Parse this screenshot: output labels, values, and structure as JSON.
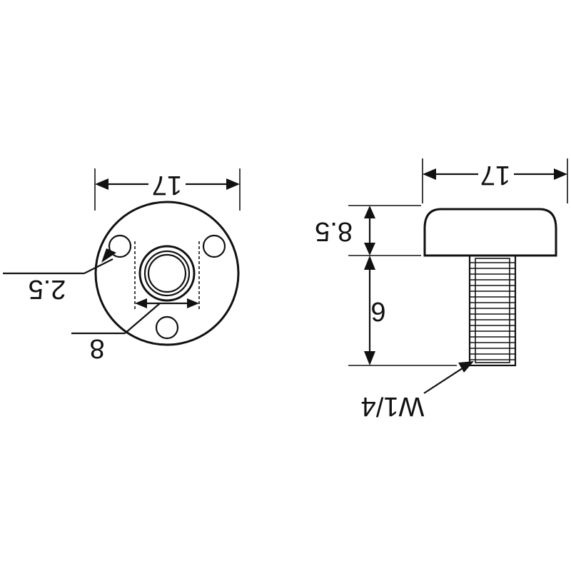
{
  "front_view": {
    "overall_diameter": "17",
    "hole_diameter": "2.5",
    "bore_width": "8"
  },
  "side_view": {
    "overall_diameter": "17",
    "head_height": "8.5",
    "thread_length": "6",
    "thread_spec": "W1/4"
  }
}
